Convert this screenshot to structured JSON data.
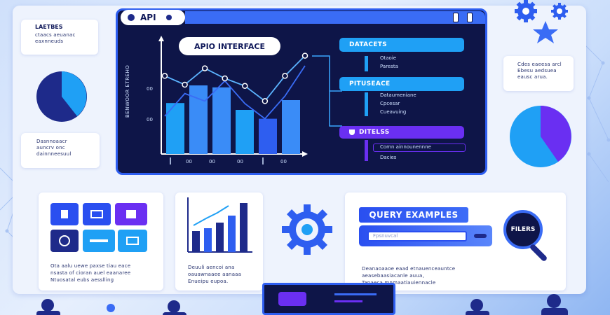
{
  "window": {
    "title": "API"
  },
  "left_top_card": {
    "heading": "LAETBES",
    "lines": [
      "ctaacs aeuanac",
      "eaxnneuds"
    ]
  },
  "left_mid_card": {
    "lines": [
      "Dasnnoaacr",
      "auncrv onc",
      "dainnneesuul"
    ]
  },
  "right_top_card": {
    "lines": [
      "Cdes eaeesa arcl",
      "Ebesu aedsuea",
      "eausc arua."
    ]
  },
  "chart": {
    "title": "APIO INTERFACE",
    "ylabel": "BENWOOR ETREHO",
    "y_ticks": [
      "00",
      "00"
    ],
    "x_ticks": [
      "00",
      "00",
      "00",
      "00"
    ],
    "bar_values": [
      52,
      70,
      68,
      45,
      36,
      55
    ],
    "line_values": [
      62,
      55,
      68,
      60,
      54,
      42,
      62,
      78
    ],
    "line2_values": [
      30,
      48,
      42,
      58,
      40,
      28,
      46,
      70
    ]
  },
  "data_sets": {
    "header1": "DATACETS",
    "items1": [
      "Otaoie",
      "Paresta"
    ],
    "header2": "PITUSEACE",
    "items2": [
      "Dataumeniane",
      "Cpcesar",
      "Cueavuing"
    ],
    "header3": "DITELSS",
    "items3": [
      "Comn ainnounennne",
      "Dacies"
    ]
  },
  "bottom_left_card": {
    "lines": [
      "Ota aalu uewe paxse tiau eace",
      "nsasta of cioran auel eaanaree",
      "Ntuosatal eubs aesslling"
    ]
  },
  "bottom_mid_card": {
    "lines": [
      "Deuuli aencoi ana",
      "oauawnaaee aanaaa",
      "Enueipu eupoa."
    ]
  },
  "query": {
    "title": "QUERY EXAMPLES",
    "placeholder": "Fpsnuvcal",
    "description": [
      "Deanaoaaoe eaad etnauenceauntce",
      "aeasebaasiacanle auua,",
      "Tapaeca mnmaatiauiennacle"
    ],
    "filter_label": "FILERS"
  },
  "colors": {
    "accent": "#2e5ef0",
    "dark": "#0e1548",
    "light_blue": "#1fa0f5",
    "purple": "#6a2ff2"
  },
  "icons": [
    "gear-icon",
    "star-icon",
    "envelope-icon",
    "circle-icon",
    "magnifier-icon",
    "pie-chart-icon"
  ]
}
